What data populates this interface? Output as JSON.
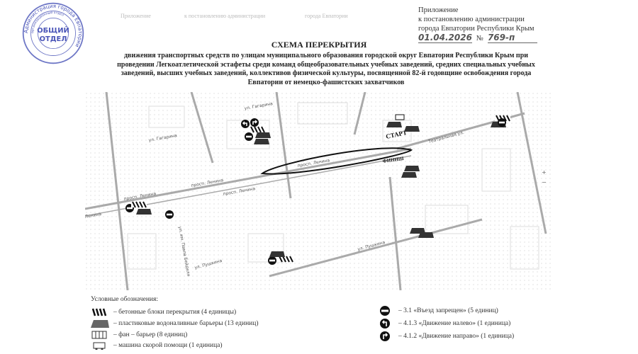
{
  "header": {
    "appendix_lines": [
      "Приложение",
      "к постановлению администрации",
      "города Евпатории Республики Крым"
    ],
    "date": "01.04.2026",
    "number_prefix": "№",
    "number": "769-п",
    "faded_text": [
      "Приложение",
      "к постановлению администрации",
      "города Евпатории"
    ]
  },
  "stamp": {
    "outer_text": "Администрация города Евпатории",
    "inner_text": "организационный отдел",
    "center_line1": "ОБЩИЙ",
    "center_line2": "ОТДЕЛ"
  },
  "title": "СХЕМА ПЕРЕКРЫТИЯ",
  "subtitle": "движения транспортных средств по улицам муниципального образования городской округ Евпатория Республики Крым при проведении Легкоатлетической эстафеты среди команд общеобразовательных учебных заведений, средних специальных учебных заведений, высших учебных заведений, коллективов физической культуры, посвященной 82-й годовщине освобождения города Евпатории от немецко-фашистских захватчиков",
  "map": {
    "streets": {
      "lenina": "просп. Ленина",
      "gagarina": "ул. Гагарина",
      "pushkina": "ул. Пушкина",
      "teatralnaya": "Театральная ул.",
      "paviy": "ул. им. Павла Бейделя",
      "lenina_west": "Ленина"
    },
    "start_label": "СТАРТ",
    "finish_label": "ФИНИШ",
    "zoom_controls": [
      "+",
      "−"
    ]
  },
  "legend": {
    "heading": "Условные обозначения:",
    "items": [
      {
        "icon": "concrete-blocks-icon",
        "text": "– бетонные блоки перекрытия (4 единицы)"
      },
      {
        "icon": "water-barrier-icon",
        "text": "– пластиковые водоналивные барьеры (13 единиц)"
      },
      {
        "icon": "fan-barrier-icon",
        "text": "– фан – барьер (8 единиц)"
      },
      {
        "icon": "ambulance-icon",
        "text": "– машина скорой помощи (1 единица)"
      },
      {
        "icon": "no-entry-sign-icon",
        "text": "– 3.1 «Въезд запрещен» (5 единиц)"
      },
      {
        "icon": "turn-left-sign-icon",
        "text": "– 4.1.3 «Движение налево» (1 единица)"
      },
      {
        "icon": "turn-right-sign-icon",
        "text": "– 4.1.2 «Движение направо» (1 единица)"
      }
    ]
  }
}
